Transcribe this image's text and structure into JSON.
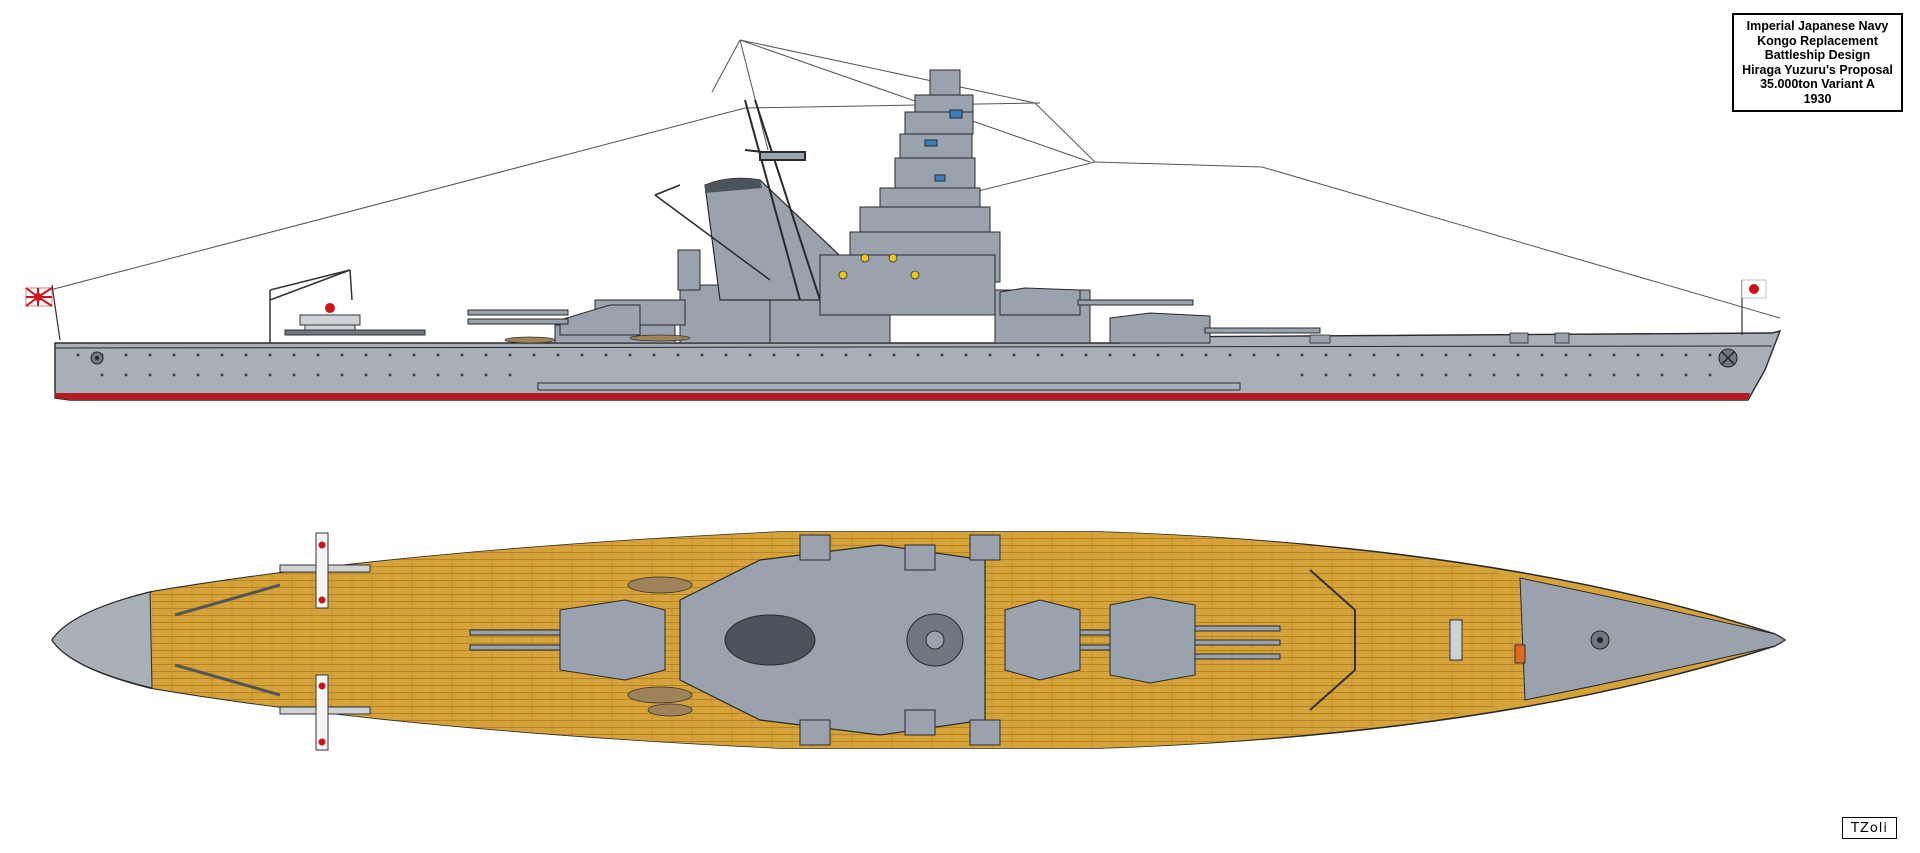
{
  "title_block": {
    "lines": [
      "Imperial Japanese Navy",
      "Kongo Replacement",
      "Battleship Design",
      "Hiraga Yuzuru's Proposal",
      "35.000ton Variant A",
      "1930"
    ]
  },
  "signature": "TZoli",
  "colors": {
    "hull_gray": "#a9b0b8",
    "superstructure_gray": "#9aa3ad",
    "dark_gray": "#6f7780",
    "boot_topping_red": "#b11c23",
    "deck_wood": "#d6a23a",
    "deck_plank_line": "#a87a22",
    "outline": "#2a2a2a",
    "porthole": "#3c4650",
    "window_blue": "#3a7fc1",
    "flag_red": "#d0101a"
  },
  "icons": {
    "stern_flag": "rising-sun-ensign-icon",
    "bow_flag": "hinomaru-jack-icon",
    "bow_emblem": "chrysanthemum-crest-icon",
    "stern_emblem": "stern-crest-icon"
  }
}
